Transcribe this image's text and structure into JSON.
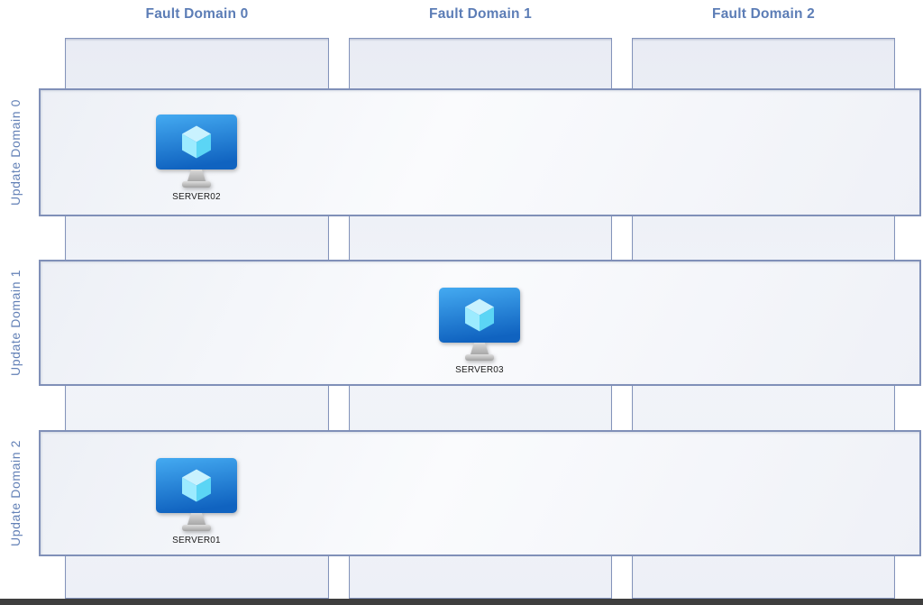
{
  "fault_domains": [
    {
      "label": "Fault Domain 0"
    },
    {
      "label": "Fault Domain 1"
    },
    {
      "label": "Fault Domain 2"
    }
  ],
  "update_domains": [
    {
      "label": "Update Domain 0"
    },
    {
      "label": "Update Domain 1"
    },
    {
      "label": "Update Domain 2"
    }
  ],
  "servers": [
    {
      "name": "SERVER02",
      "fault_domain": "Fault Domain 0",
      "update_domain": "Update Domain 0",
      "icon": "azure-virtual-machine-icon"
    },
    {
      "name": "SERVER03",
      "fault_domain": "Fault Domain 1",
      "update_domain": "Update Domain 1",
      "icon": "azure-virtual-machine-icon"
    },
    {
      "name": "SERVER01",
      "fault_domain": "Fault Domain 0",
      "update_domain": "Update Domain 2",
      "icon": "azure-virtual-machine-icon"
    }
  ],
  "colors": {
    "border": "#8090b8",
    "header_text": "#5c7db6",
    "side_label_text": "#6280b6",
    "column_fill": "#edf0f7",
    "row_fill": "#f6f8fb",
    "vm_monitor_top": "#44aaf1",
    "vm_monitor_bottom": "#1063c0",
    "vm_cube_top": "#c9f2fe",
    "vm_cube_left": "#9cebff",
    "vm_cube_right": "#5bd5f5",
    "vm_stand": "#bcbcbc",
    "server_label_text": "#1b1b1b",
    "bottom_bar": "#3e3e3e"
  }
}
